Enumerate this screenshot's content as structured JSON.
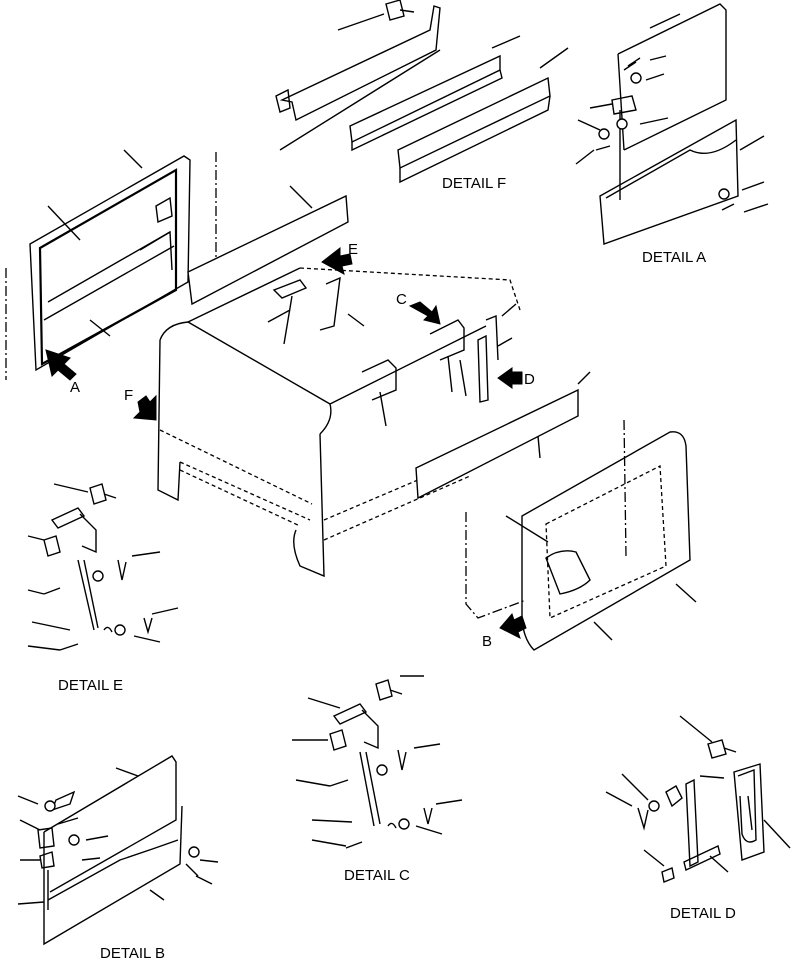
{
  "labels": {
    "detail_a": "DETAIL A",
    "detail_b": "DETAIL B",
    "detail_c": "DETAIL C",
    "detail_d": "DETAIL D",
    "detail_e": "DETAIL E",
    "detail_f": "DETAIL F"
  },
  "arrows": {
    "a": "A",
    "b": "B",
    "c": "C",
    "d": "D",
    "e": "E",
    "f": "F"
  }
}
